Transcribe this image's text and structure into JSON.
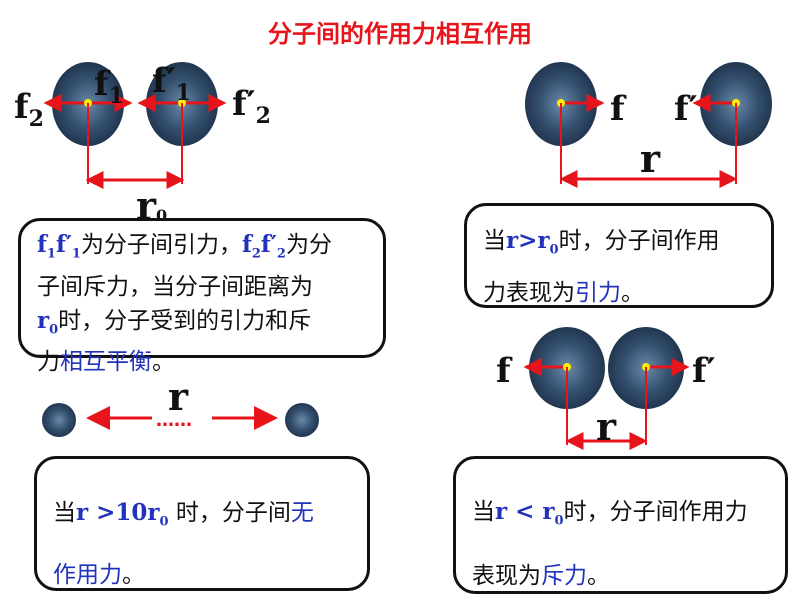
{
  "title": "分子间的作用力相互作用",
  "colors": {
    "title": "#e8141b",
    "arrow": "#e8141b",
    "molecule": "#2e4a6a",
    "dot": "#ffee00",
    "highlight": "#2233bb"
  },
  "panel_equilibrium": {
    "left_outer_force": "f",
    "left_outer_force_sub": "2",
    "left_inner_force": "f",
    "left_inner_force_sub": "1",
    "right_inner_force": "f′",
    "right_inner_force_sub": "1",
    "right_outer_force": "f′",
    "right_outer_force_sub": "2",
    "distance_label": "r",
    "distance_sub": "0",
    "desc": {
      "t1": "f",
      "t1_sub": "1",
      "t2": "f′",
      "t2_sub": "1",
      "t3": "为分子间引力，",
      "t4": "f",
      "t4_sub": "2",
      "t5": "f′",
      "t5_sub": "2",
      "t6": "为分",
      "t7": "子间斥力，当分子间距离为",
      "t8": "r",
      "t8_sub": "0",
      "t9": "时，分子受到的引力和斥",
      "t10": "力",
      "t11": "相互平衡",
      "t12": "。"
    }
  },
  "panel_attraction": {
    "left_force": "f",
    "right_force": "f′",
    "distance_label": "r",
    "desc": {
      "t1": "当",
      "t2": "r>r",
      "t2_sub": "0",
      "t3": "时，分子间作用",
      "t4": "力表现为",
      "t5": "引力",
      "t6": "。"
    }
  },
  "panel_far": {
    "distance_label": "r",
    "dots": "……",
    "desc": {
      "t1": "当",
      "t2": "r >10r",
      "t2_sub": "0",
      "t3": " 时，分子间",
      "t4": "无",
      "t5": "作用力",
      "t6": "。"
    }
  },
  "panel_repulsion": {
    "left_force": "f",
    "right_force": "f′",
    "distance_label": "r",
    "desc": {
      "t1": "当",
      "t2": "r < r",
      "t2_sub": "0",
      "t3": "时，分子间作用力",
      "t4": "表现为",
      "t5": "斥力",
      "t6": "。"
    }
  }
}
